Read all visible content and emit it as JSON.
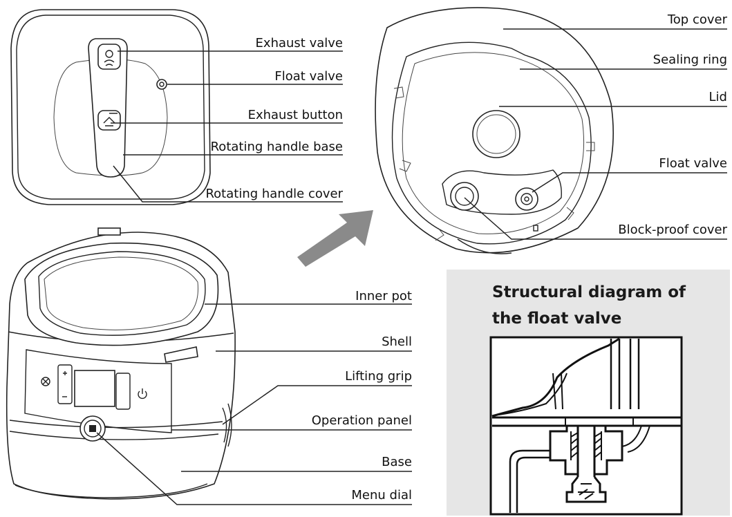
{
  "labels": {
    "exhaust_valve": "Exhaust valve",
    "float_valve_top": "Float valve",
    "exhaust_button": "Exhaust button",
    "rotating_handle_base": "Rotating handle base",
    "rotating_handle_cover": "Rotating handle cover",
    "top_cover": "Top cover",
    "sealing_ring": "Sealing ring",
    "lid": "Lid",
    "float_valve_lid": "Float valve",
    "block_proof_cover": "Block-proof cover",
    "inner_pot": "Inner pot",
    "shell": "Shell",
    "lifting_grip": "Lifting grip",
    "operation_panel": "Operation panel",
    "base": "Base",
    "menu_dial": "Menu dial"
  },
  "inset": {
    "title_line1": "Structural diagram of",
    "title_line2": "the float valve",
    "background": "#e6e6e6"
  },
  "icons": [
    "arrow-icon",
    "power-icon",
    "cancel-icon",
    "plus-icon",
    "minus-icon",
    "steam-icon"
  ],
  "colors": {
    "line": "#222222",
    "arrow": "#8a8a8a"
  }
}
